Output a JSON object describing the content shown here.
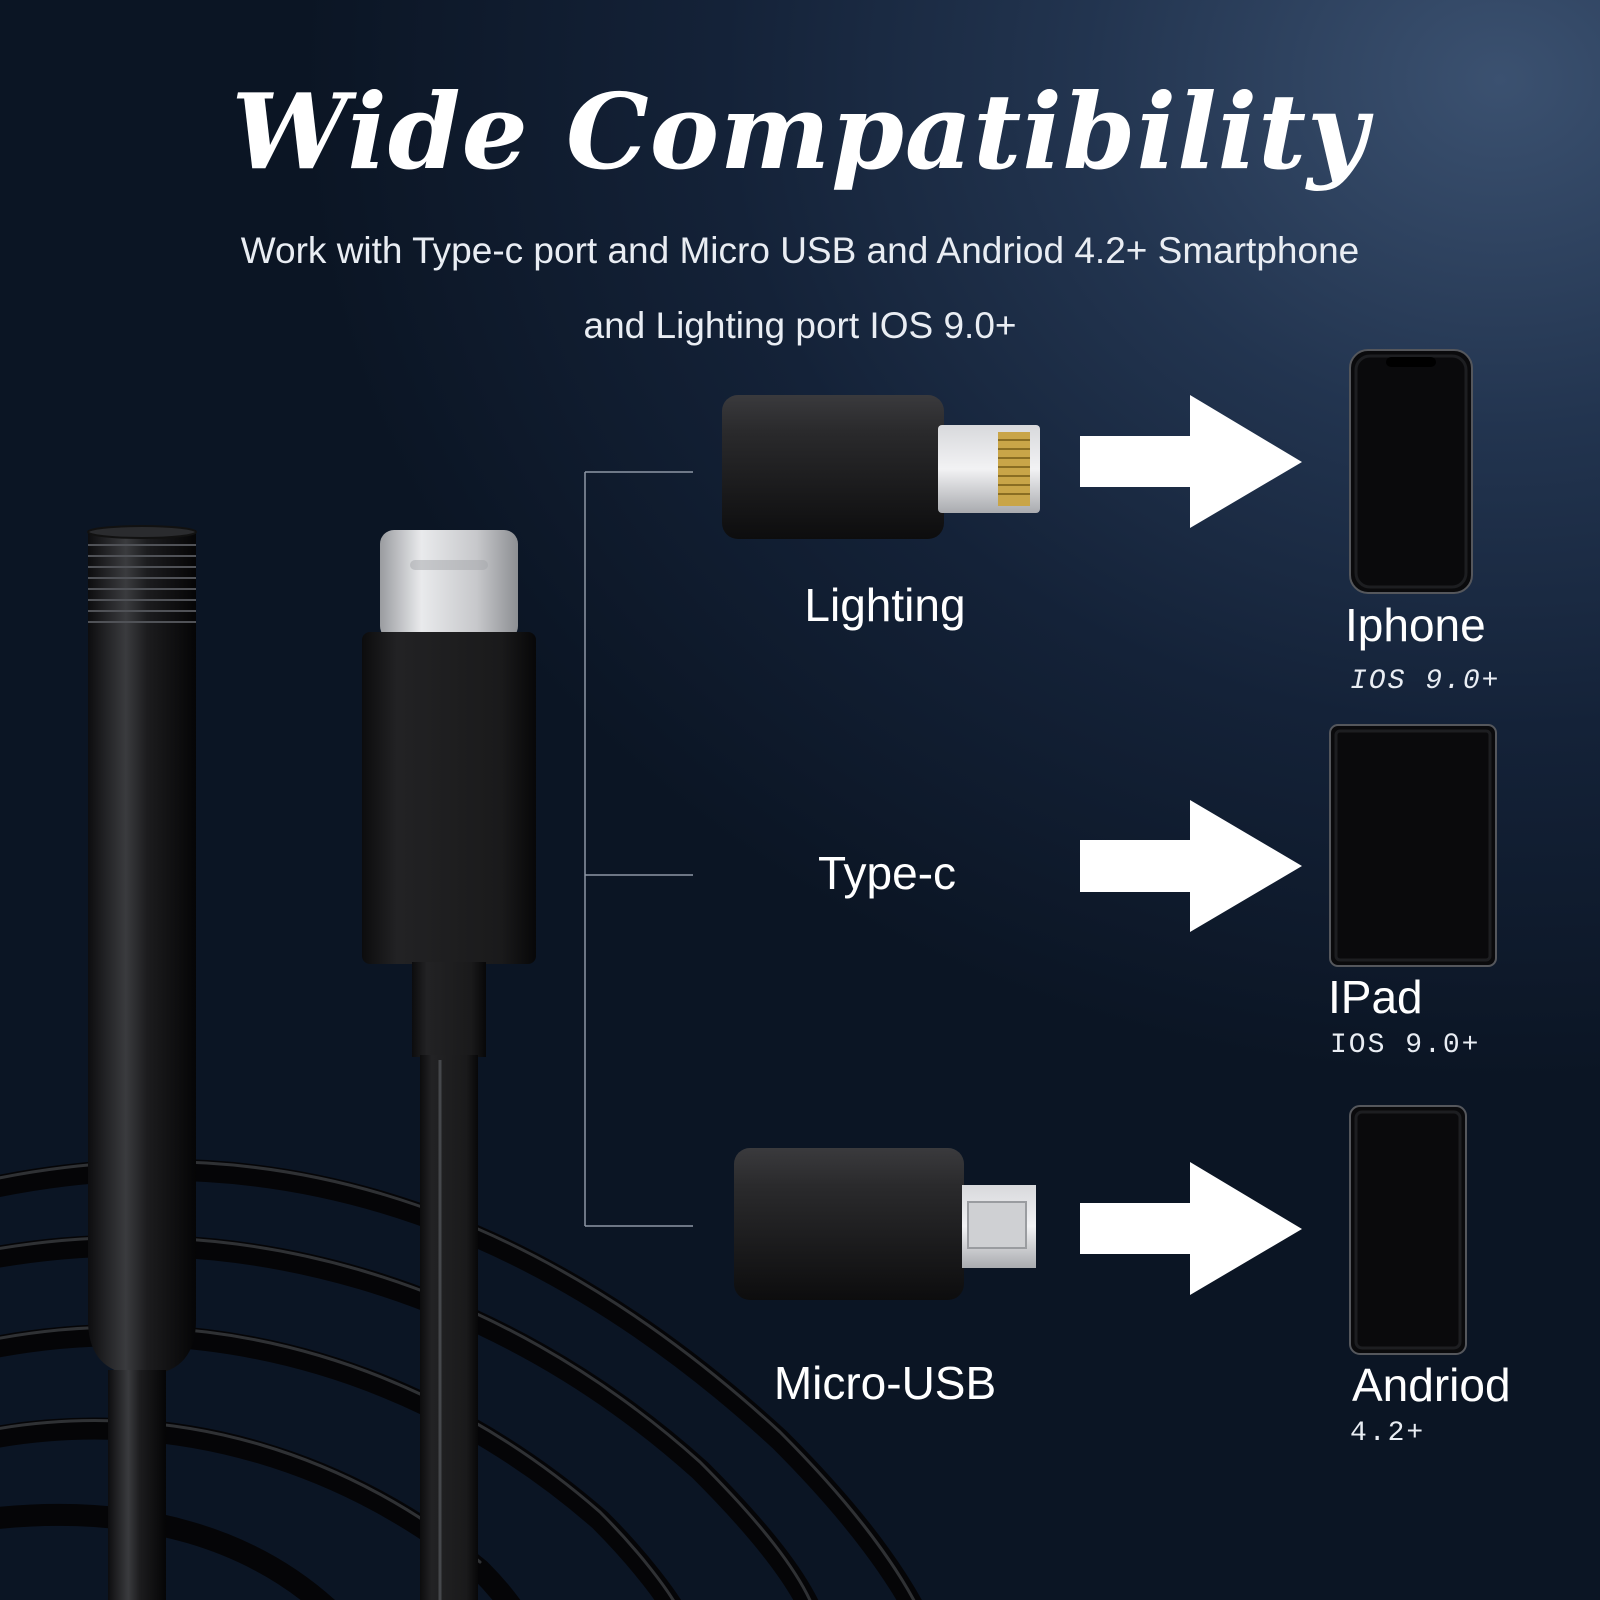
{
  "title": "Wide Compatibility",
  "subtitle_line1": "Work with Type-c port and Micro USB and Andriod 4.2+ Smartphone",
  "subtitle_line2": "and Lighting port IOS 9.0+",
  "connectors": [
    {
      "label": "Lighting"
    },
    {
      "label": "Type-c"
    },
    {
      "label": "Micro-USB"
    }
  ],
  "devices": [
    {
      "name": "Iphone",
      "version": "IOS 9.0+"
    },
    {
      "name": "IPad",
      "version": "IOS 9.0+"
    },
    {
      "name": "Andriod",
      "version": "4.2+"
    }
  ],
  "icons": [
    "endoscope-camera-probe",
    "usb-c-plug",
    "lightning-adapter",
    "micro-usb-adapter",
    "arrow-right-icon",
    "iphone-icon",
    "ipad-icon",
    "android-phone-icon"
  ]
}
